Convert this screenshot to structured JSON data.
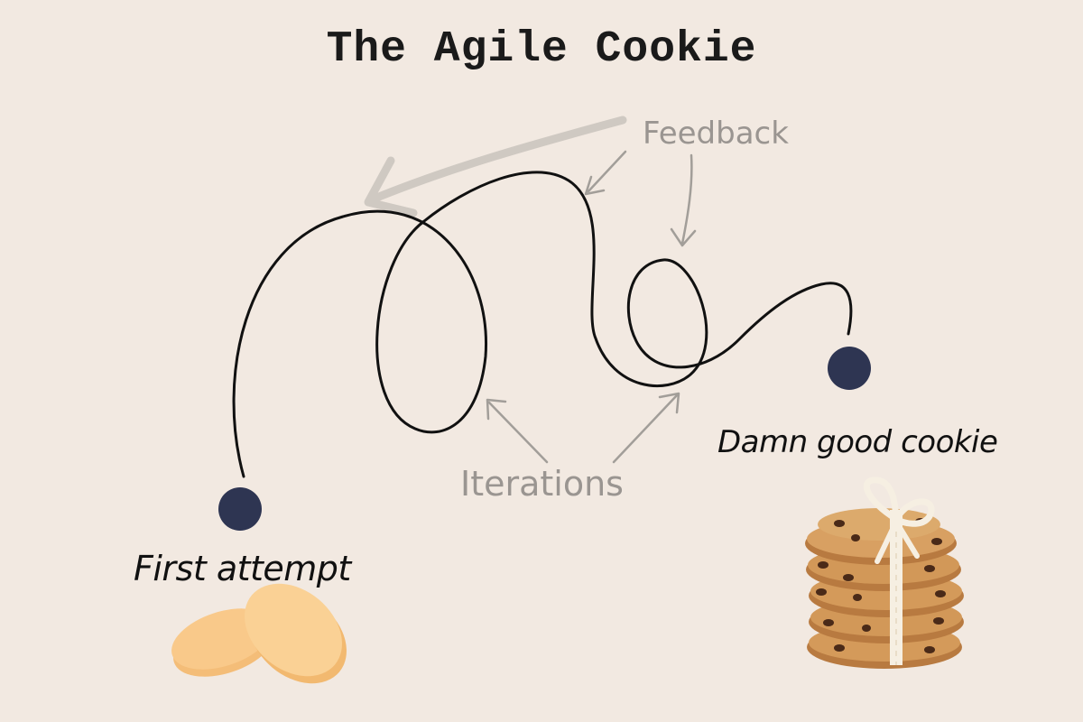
{
  "diagram": {
    "title": "The Agile Cookie",
    "start_label": "First attempt",
    "end_label": "Damn good cookie",
    "feedback_label": "Feedback",
    "iterations_label": "Iterations"
  },
  "colors": {
    "background": "#f2e9e1",
    "path": "#111111",
    "dot": "#2e3552",
    "annotation": "#9a9591",
    "big_arrow": "#cfc9c2",
    "first_cookie": "#f9c98a",
    "good_cookie": "#c98a4e",
    "chocolate_chip": "#4a2a18",
    "ribbon": "#f6efe2"
  },
  "icons": {
    "first_cookie": "plain-cookies-icon",
    "good_cookie": "stacked-chocolate-chip-cookies-icon"
  }
}
